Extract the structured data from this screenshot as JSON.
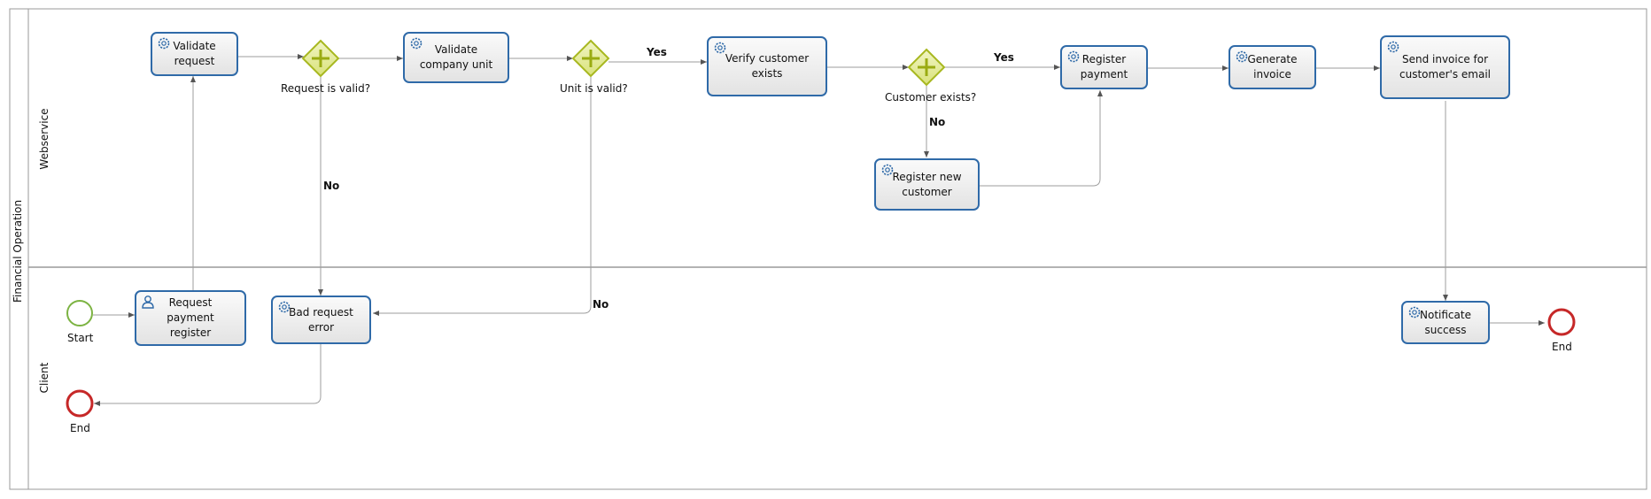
{
  "pool": {
    "name": "Financial Operation"
  },
  "lanes": {
    "webservice": "Webservice",
    "client": "Client"
  },
  "tasks": {
    "validate_request": "Validate\nrequest",
    "validate_company_unit": "Validate\ncompany unit",
    "verify_customer_exists": "Verify customer\nexists",
    "register_payment": "Register\npayment",
    "generate_invoice": "Generate\ninvoice",
    "send_invoice": "Send invoice for\ncustomer's email",
    "register_new_customer": "Register new\ncustomer",
    "request_payment_register": "Request\npayment\nregister",
    "bad_request_error": "Bad request\nerror",
    "notificate_success": "Notificate\nsuccess"
  },
  "gateways": {
    "request_valid": "Request is valid?",
    "unit_valid": "Unit is valid?",
    "customer_exists": "Customer exists?"
  },
  "events": {
    "start": "Start",
    "end_client": "End",
    "end_success": "End"
  },
  "flows": {
    "unit_yes": "Yes",
    "customer_yes": "Yes",
    "request_no": "No",
    "unit_no": "No",
    "customer_no": "No"
  },
  "colors": {
    "task_border": "#2f6aa8",
    "gateway_fill": "#e6ee9c",
    "gateway_border": "#a8b820",
    "start_border": "#7cb342",
    "end_border": "#c62828",
    "flow_line": "#9e9e9e"
  },
  "icons": {
    "service_task": "gear-icon",
    "user_task": "user-icon"
  }
}
